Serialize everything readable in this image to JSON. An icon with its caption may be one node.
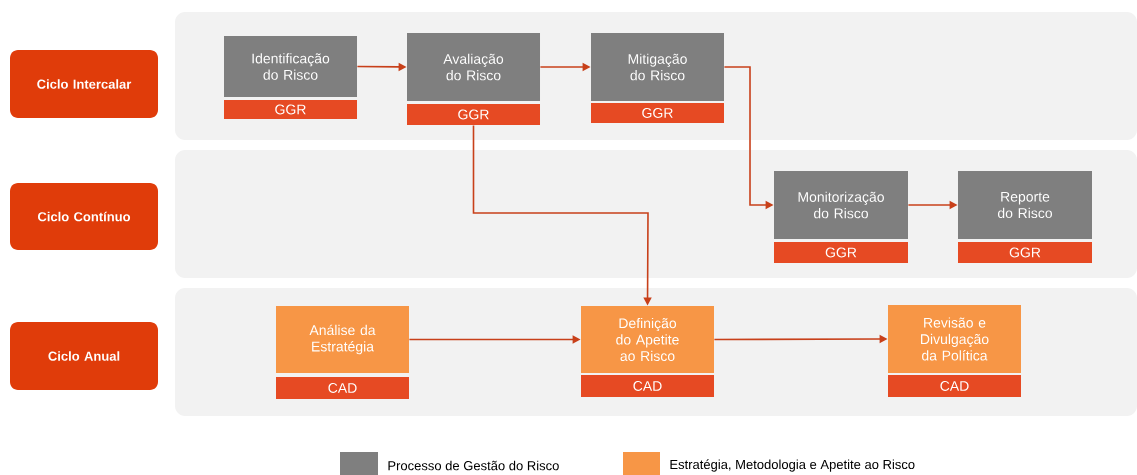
{
  "diagram": {
    "nodes": [
      {
        "text": [],
        "shape": "box"
      },
      {
        "text": [],
        "shape": "box"
      },
      {
        "text": [],
        "shape": "box"
      },
      {
        "text": [
          "Ciclo Intercalar"
        ]
      },
      {
        "text": [
          "Ciclo Contínuo"
        ]
      },
      {
        "text": [
          "Ciclo Anual"
        ]
      },
      {
        "text": [
          "Identificação do Risco",
          "GGR"
        ],
        "in": 0
      },
      {
        "text": [
          "Avaliação do Risco",
          "GGR"
        ],
        "in": 0
      },
      {
        "text": [
          "Mitigação do Risco",
          "GGR"
        ],
        "in": 0
      },
      {
        "text": [
          "Monitorização do Risco",
          "GGR"
        ],
        "in": 1
      },
      {
        "text": [
          "Reporte do Risco",
          "GGR"
        ],
        "in": 1
      },
      {
        "text": [
          "Análise da Estratégia",
          "CAD"
        ],
        "in": 2
      },
      {
        "text": [
          "Definição do Apetite ao Risco",
          "CAD"
        ],
        "in": 2
      },
      {
        "text": [
          "Revisão e Divulgação da Política",
          "CAD"
        ],
        "in": 2
      }
    ],
    "edges": [
      {
        "from": 6,
        "to": 7,
        "arrow": "to"
      },
      {
        "from": 7,
        "to": 8,
        "arrow": "to"
      },
      {
        "from": 8,
        "to": 9,
        "arrow": "to"
      },
      {
        "from": 9,
        "to": 10,
        "arrow": "to"
      },
      {
        "from": 7,
        "to": 12,
        "arrow": "to"
      },
      {
        "from": 11,
        "to": 12,
        "arrow": "to"
      },
      {
        "from": 12,
        "to": 13,
        "arrow": "to"
      }
    ],
    "legend": [
      {
        "text": "Processo de Gestão do Risco",
        "color": "#7f7f7f"
      },
      {
        "text": "Estratégia, Metodologia e Apetite ao Risco",
        "color": "#f79646"
      }
    ]
  }
}
